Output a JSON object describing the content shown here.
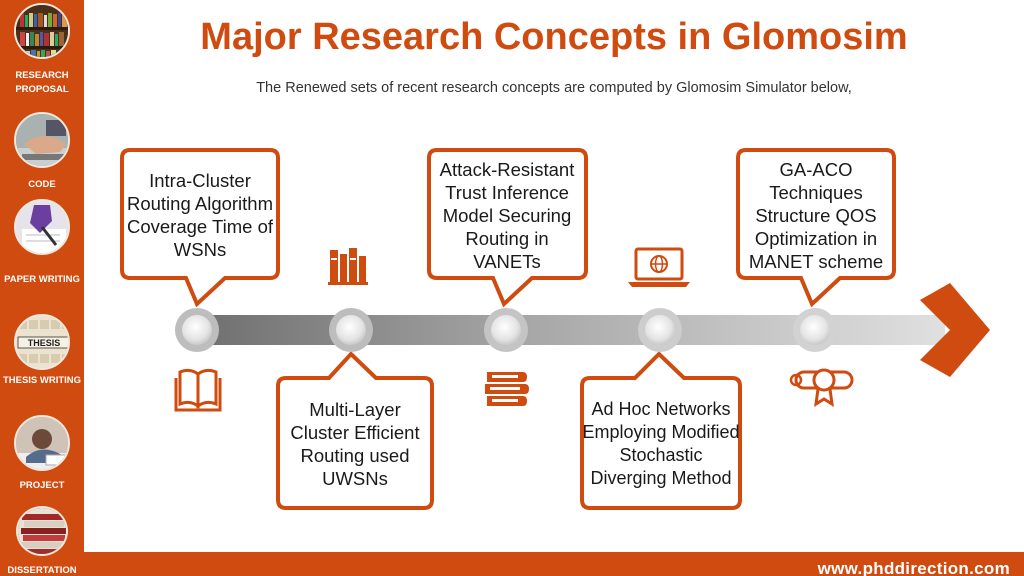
{
  "title": "Major Research Concepts in Glomosim",
  "subtitle": "The Renewed sets of recent research concepts are computed by Glomosim Simulator below,",
  "sidebar": {
    "items": [
      {
        "label": "RESEARCH PROPOSAL",
        "icon": "bookshelf"
      },
      {
        "label": "CODE",
        "icon": "hand-typing"
      },
      {
        "label": "PAPER WRITING",
        "icon": "pen-writing"
      },
      {
        "label": "THESIS WRITING",
        "icon": "thesis-letter-tiles"
      },
      {
        "label": "PROJECT",
        "icon": "person-studying"
      },
      {
        "label": "DISSERTATION",
        "icon": "book-stack"
      }
    ]
  },
  "concepts": [
    {
      "text": "Intra-Cluster Routing Algorithm Coverage Time of WSNs",
      "position": "above",
      "icon": "books-shelf-icon"
    },
    {
      "text": "Multi-Layer Cluster Efficient Routing used UWSNs",
      "position": "below",
      "icon": "open-book-icon"
    },
    {
      "text": "Attack-Resistant Trust Inference Model Securing Routing in VANETs",
      "position": "above",
      "icon": "laptop-globe-icon"
    },
    {
      "text": "Ad Hoc Networks Employing Modified Stochastic Diverging Method",
      "position": "below",
      "icon": "book-stack-icon"
    },
    {
      "text": "GA-ACO Techniques Structure QOS Optimization in MANET scheme",
      "position": "above",
      "icon": "certificate-scroll-icon"
    }
  ],
  "footer": {
    "url": "www.phddirection.com"
  },
  "colors": {
    "accent": "#cf4b0f",
    "timeline_dark": "#6d6d6d",
    "timeline_light": "#d9d9d9"
  }
}
